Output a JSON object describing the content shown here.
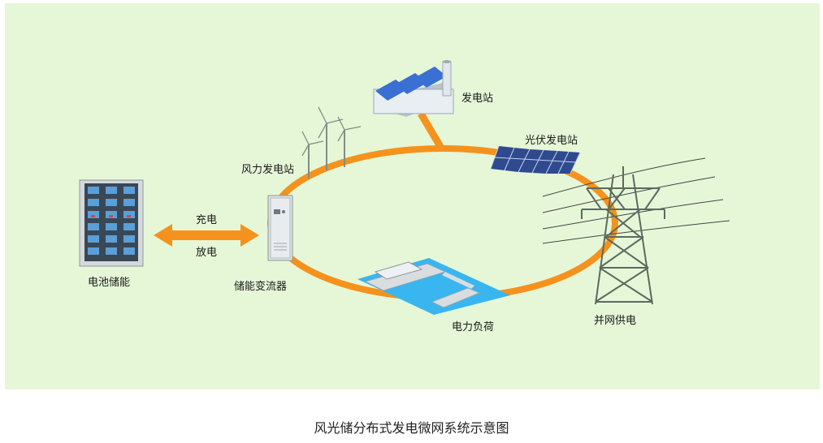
{
  "labels": {
    "power_plant": "发电站",
    "pv_station": "光伏发电站",
    "wind_station": "风力发电站",
    "charge": "充电",
    "discharge": "放电",
    "battery_storage": "电池储能",
    "pcs": "储能变流器",
    "power_load": "电力负荷",
    "grid_supply": "并网供电"
  },
  "caption": "风光储分布式发电微网系统示意图",
  "colors": {
    "background": "#e6f7d7",
    "ring": "#f5921e",
    "load_area": "#39b6f0",
    "roof": "#3a6fd4",
    "pylon": "#5a6a60"
  }
}
